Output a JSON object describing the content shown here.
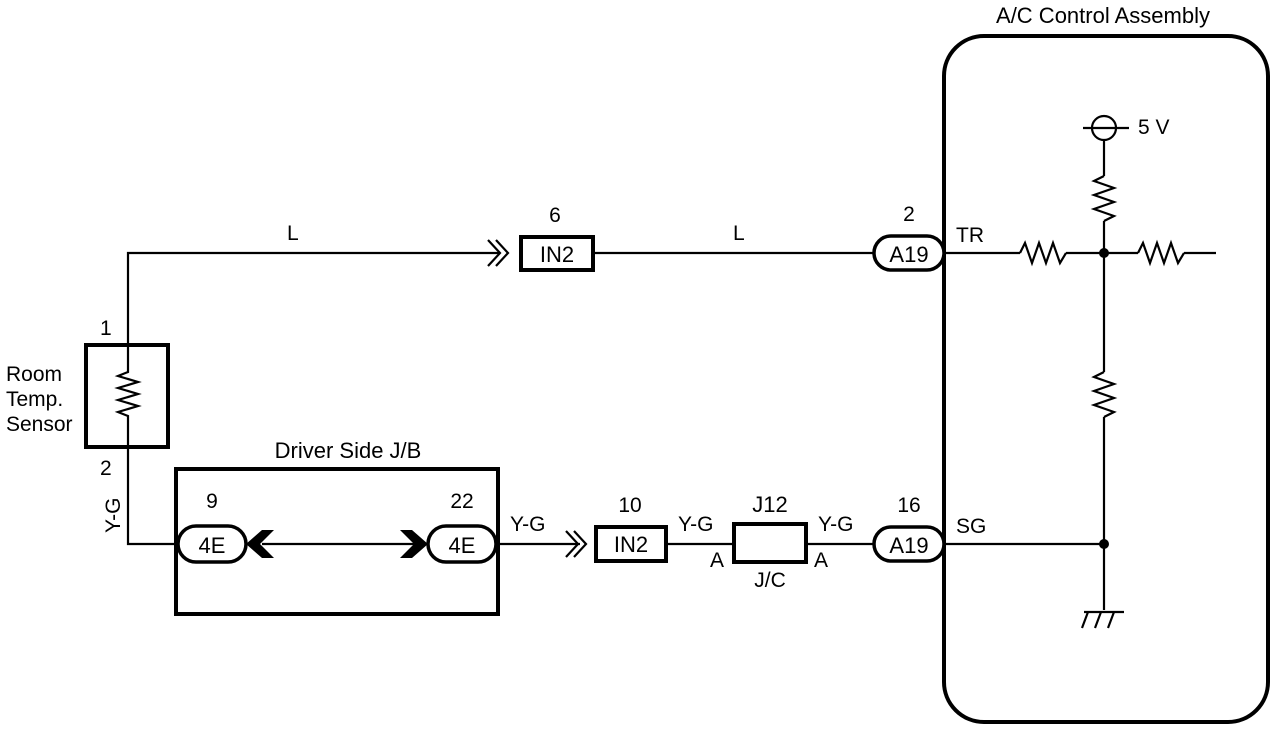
{
  "title": "A/C Control Assembly",
  "voltage": "5 V",
  "sensor": {
    "lines": [
      "Room",
      "Temp.",
      "Sensor"
    ],
    "pin_top": "1",
    "pin_bottom": "2"
  },
  "junction_block": {
    "title": "Driver Side J/B",
    "left": {
      "pin": "9",
      "label": "4E"
    },
    "right": {
      "pin": "22",
      "label": "4E"
    }
  },
  "upper_circuit": {
    "wire_left": "L",
    "wire_right": "L",
    "inline_connector": {
      "pin": "6",
      "label": "IN2"
    },
    "ecu_connector": {
      "pin": "2",
      "label": "A19"
    },
    "terminal": "TR"
  },
  "lower_circuit": {
    "wire_sensor": "Y-G",
    "wire_after_jb": "Y-G",
    "wire_after_in2": "Y-G",
    "wire_after_jc": "Y-G",
    "inline_connector": {
      "pin": "10",
      "label": "IN2"
    },
    "junction_connector": {
      "id": "J12",
      "caption": "J/C",
      "left_pin": "A",
      "right_pin": "A"
    },
    "ecu_connector": {
      "pin": "16",
      "label": "A19"
    },
    "terminal": "SG"
  }
}
